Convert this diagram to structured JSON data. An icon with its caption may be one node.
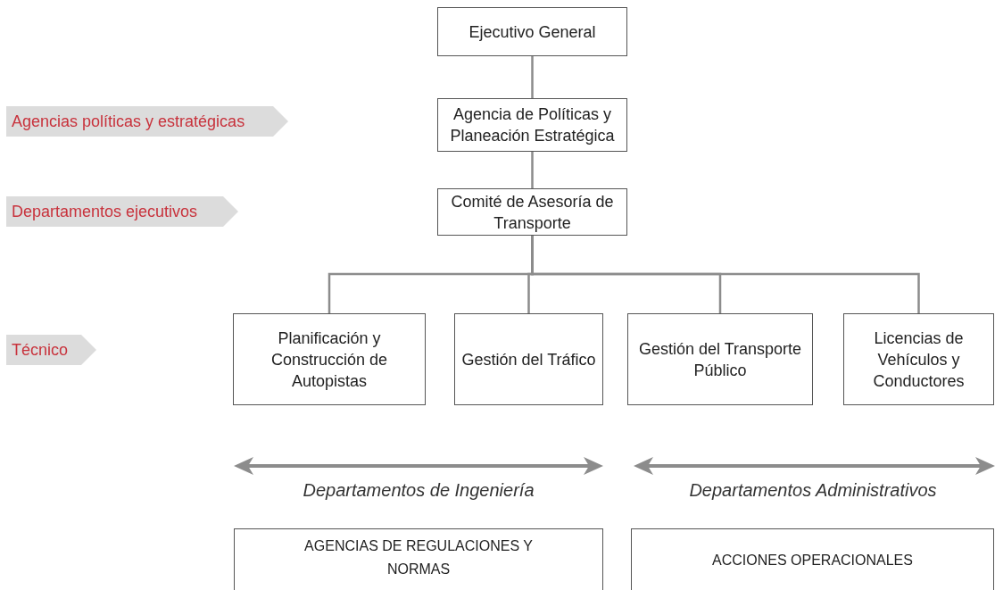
{
  "diagram": {
    "nodes": [
      {
        "text": [
          "Ejecutivo General"
        ]
      },
      {
        "text": [
          "Agencia de Políticas y Planeación Estratégica"
        ]
      },
      {
        "text": [
          "Comité de Asesoría de Transporte"
        ]
      },
      {
        "text": [
          "Planificación y Construcción de Autopistas"
        ]
      },
      {
        "text": [
          "Gestión del Tráfico"
        ]
      },
      {
        "text": [
          "Gestión del Transporte Público"
        ]
      },
      {
        "text": [
          "Licencias de Vehículos y Conductores"
        ]
      },
      {
        "text": [
          "AGENCIAS DE REGULACIONES Y NORMAS"
        ]
      },
      {
        "text": [
          "ACCIONES OPERACIONALES"
        ]
      },
      {
        "text": [
          "Agencias políticas y estratégicas"
        ]
      },
      {
        "text": [
          "Departamentos ejecutivos"
        ]
      },
      {
        "text": [
          "Técnico"
        ]
      }
    ],
    "edges": [
      {
        "from": 0,
        "to": 1,
        "arrow": "none"
      },
      {
        "from": 1,
        "to": 2,
        "arrow": "none"
      },
      {
        "from": 2,
        "to": 3,
        "arrow": "none"
      },
      {
        "from": 2,
        "to": 4,
        "arrow": "none"
      },
      {
        "from": 2,
        "to": 5,
        "arrow": "none"
      },
      {
        "from": 2,
        "to": 6,
        "arrow": "none"
      }
    ],
    "labels": [
      "Departamentos de Ingeniería",
      "Departamentos Administrativos"
    ]
  }
}
